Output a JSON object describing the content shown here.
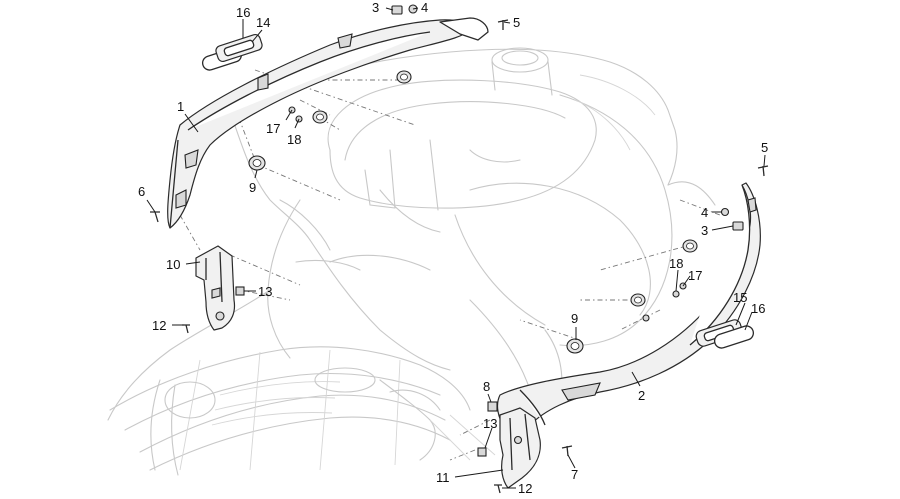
{
  "callouts": {
    "c1": "1",
    "c2": "2",
    "c3a": "3",
    "c3b": "3",
    "c4a": "4",
    "c4b": "4",
    "c5a": "5",
    "c5b": "5",
    "c6": "6",
    "c7": "7",
    "c8": "8",
    "c9a": "9",
    "c9b": "9",
    "c10": "10",
    "c11": "11",
    "c12a": "12",
    "c12b": "12",
    "c13a": "13",
    "c13b": "13",
    "c14": "14",
    "c15": "15",
    "c16a": "16",
    "c16b": "16",
    "c17a": "17",
    "c17b": "17",
    "c18a": "18",
    "c18b": "18"
  },
  "colors": {
    "line": "#2b2b2b",
    "ghost": "#c8c8c8",
    "background": "#ffffff"
  }
}
